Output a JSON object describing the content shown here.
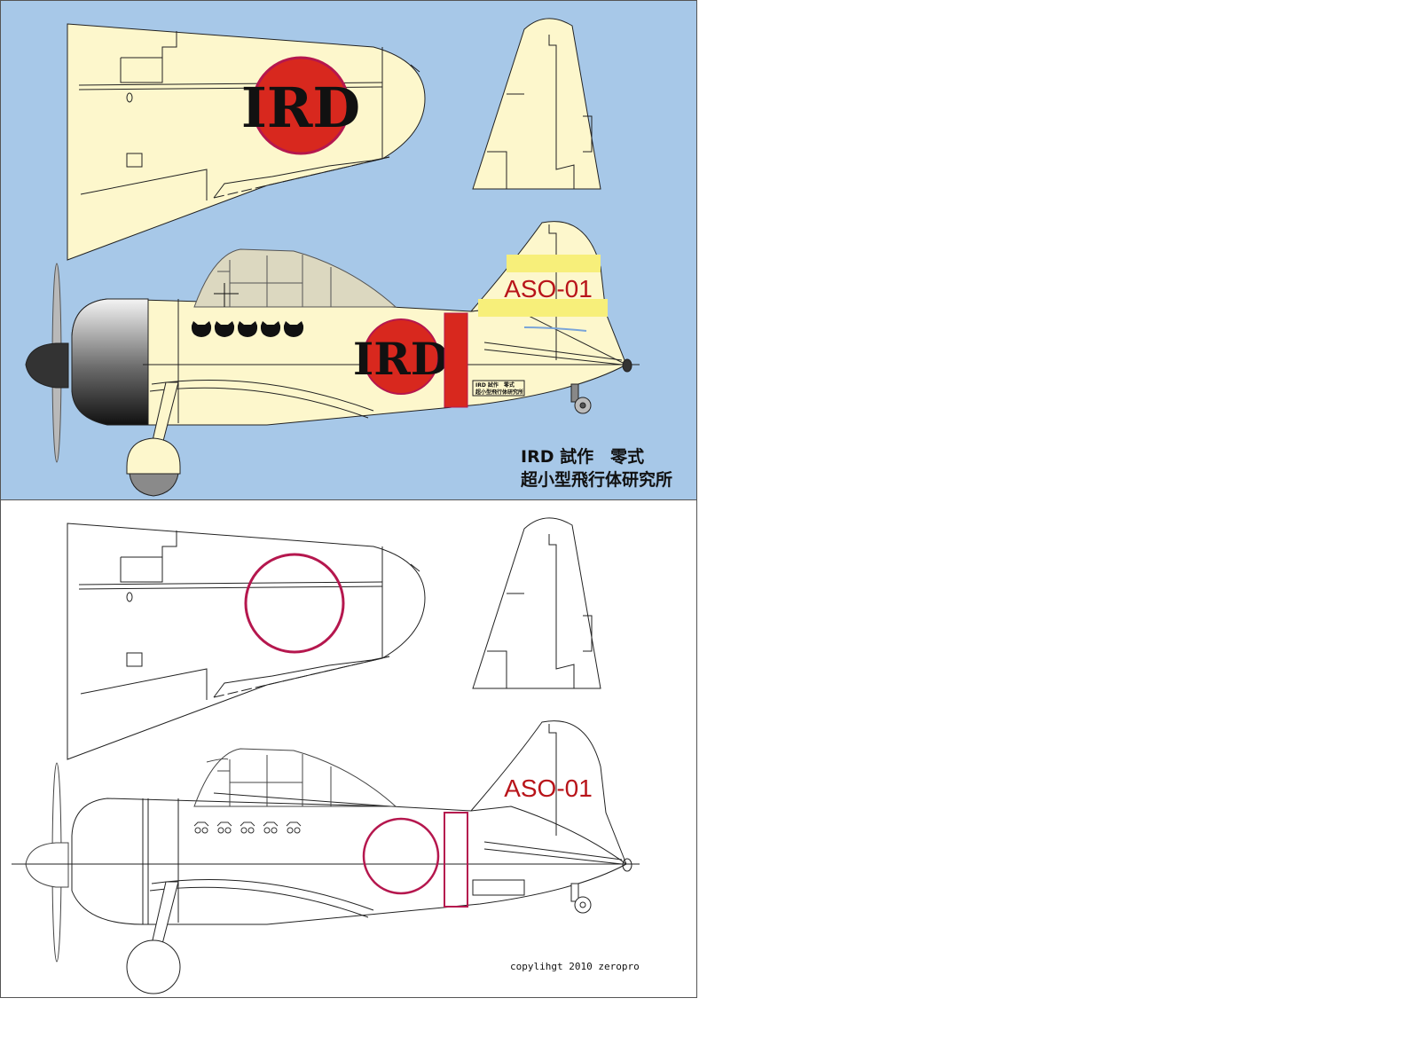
{
  "top_panel": {
    "wing_roundel_text": "IRD",
    "fuselage_roundel_text": "IRD",
    "tail_code": "ASO-01",
    "data_plate": {
      "line1": "IRD 試作　零式",
      "line2": "超小型飛行体研究所"
    },
    "caption": {
      "line1": "IRD 試作　零式",
      "line2": "超小型飛行体研究所"
    }
  },
  "bottom_panel": {
    "tail_code": "ASO-01",
    "copyright": "copylihgt 2010 zeropro"
  },
  "colors": {
    "background": "#a7c8e8",
    "airframe": "#fdf7cc",
    "hinomaru": "#d8281e",
    "hinomaru_outline": "#b5174e",
    "tail_band": "#f7ef7a",
    "tail_code": "#b8141a",
    "fuselage_band": "#d8281e",
    "line": "#222222"
  }
}
